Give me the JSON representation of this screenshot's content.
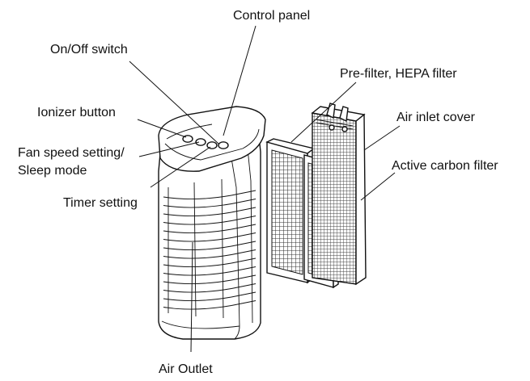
{
  "diagram": {
    "labels": {
      "control_panel": "Control panel",
      "on_off_switch": "On/Off switch",
      "pre_filter_hepa": "Pre-filter, HEPA filter",
      "ionizer_button": "Ionizer button",
      "air_inlet_cover": "Air inlet cover",
      "fan_speed_line1": "Fan speed setting/",
      "fan_speed_line2": "Sleep mode",
      "active_carbon_filter": "Active carbon filter",
      "timer_setting": "Timer setting",
      "air_outlet": "Air Outlet"
    }
  }
}
